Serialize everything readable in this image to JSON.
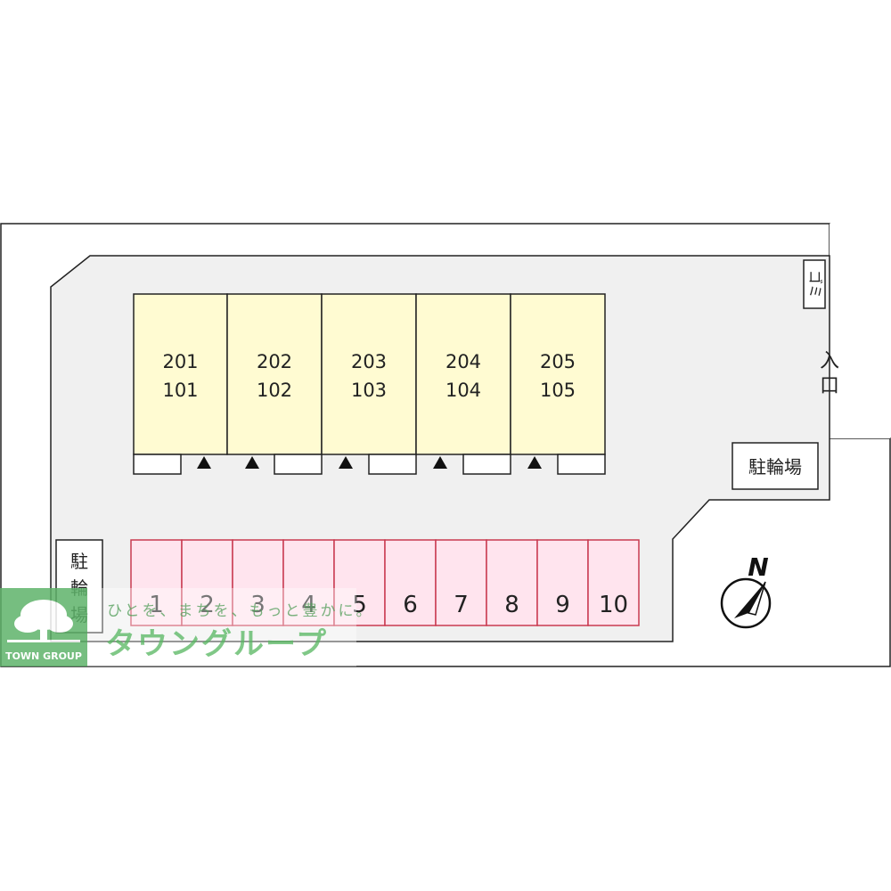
{
  "colors": {
    "ground": "#f0f0f0",
    "building": "#fffbd2",
    "parking": "#ffe4ee",
    "parking_border": "#c93a50",
    "outline": "#222222",
    "watermark_green": "#5fb36a"
  },
  "units": [
    {
      "upper": "201",
      "lower": "101"
    },
    {
      "upper": "202",
      "lower": "102"
    },
    {
      "upper": "203",
      "lower": "103"
    },
    {
      "upper": "204",
      "lower": "104"
    },
    {
      "upper": "205",
      "lower": "105"
    }
  ],
  "parking_lots": [
    "1",
    "2",
    "3",
    "4",
    "5",
    "6",
    "7",
    "8",
    "9",
    "10"
  ],
  "labels": {
    "garbage": "ゴミ",
    "entrance_chars": [
      "入",
      "口"
    ],
    "bicycle_parking_right": "駐輪場",
    "bicycle_parking_left_chars": [
      "駐",
      "輪",
      "場"
    ],
    "compass_north": "N"
  },
  "watermark": {
    "tagline": "ひとを、まちを、もっと豊かに。",
    "brand": "タウングループ",
    "logo_caption": "TOWN GROUP"
  }
}
